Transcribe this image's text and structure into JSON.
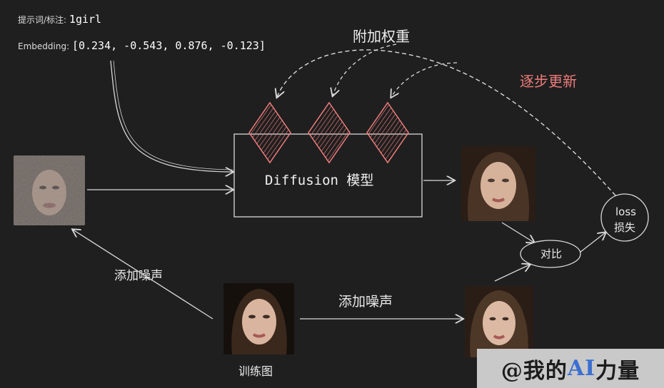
{
  "prompt": {
    "label": "提示词/标注:",
    "value": "1girl"
  },
  "embedding": {
    "label": "Embedding:",
    "value": "[0.234, -0.543, 0.876, -0.123]"
  },
  "labels": {
    "additional_weights": "附加权重",
    "stepwise_update": "逐步更新",
    "model": "Diffusion 模型",
    "loss": "loss",
    "loss_sub": "损失",
    "compare": "对比",
    "add_noise_left": "添加噪声",
    "add_noise_bottom": "添加噪声",
    "training_image": "训练图"
  },
  "watermark": {
    "prefix": "@我的",
    "ai": "AI",
    "suffix": "力量"
  },
  "colors": {
    "background": "#1f1f1f",
    "accent": "#f07c7c",
    "line": "#d9d9d9",
    "watermark_bg": "#c9c9c9"
  }
}
